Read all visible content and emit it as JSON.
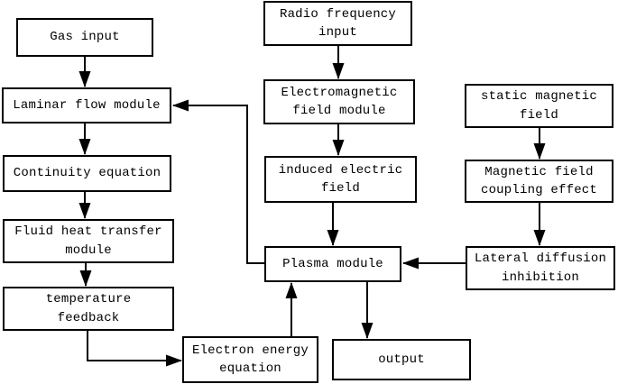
{
  "diagram": {
    "background_color": "#ffffff",
    "box_fill_color": "#ffffff",
    "box_border_color": "#000000",
    "line_color": "#000000",
    "text_color": "#000000",
    "nodes": [
      {
        "id": "gas-input",
        "label": "Gas input"
      },
      {
        "id": "laminar-flow-module",
        "label": "Laminar flow module"
      },
      {
        "id": "continuity-equation",
        "label": "Continuity equation"
      },
      {
        "id": "fluid-heat-transfer-module",
        "label": "Fluid heat transfer\nmodule"
      },
      {
        "id": "temperature-feedback",
        "label": "temperature\nfeedback"
      },
      {
        "id": "electron-energy-equation",
        "label": "Electron energy\nequation"
      },
      {
        "id": "radio-frequency-input",
        "label": "Radio frequency\ninput"
      },
      {
        "id": "electromagnetic-field-module",
        "label": "Electromagnetic\nfield module"
      },
      {
        "id": "induced-electric-field",
        "label": "induced electric\nfield"
      },
      {
        "id": "plasma-module",
        "label": "Plasma module"
      },
      {
        "id": "output",
        "label": "output"
      },
      {
        "id": "static-magnetic-field",
        "label": "static magnetic\nfield"
      },
      {
        "id": "magnetic-field-coupling-effect",
        "label": "Magnetic field\ncoupling effect"
      },
      {
        "id": "lateral-diffusion-inhibition",
        "label": "Lateral diffusion\ninhibition"
      }
    ],
    "edges": [
      {
        "from": "gas-input",
        "to": "laminar-flow-module"
      },
      {
        "from": "laminar-flow-module",
        "to": "continuity-equation"
      },
      {
        "from": "continuity-equation",
        "to": "fluid-heat-transfer-module"
      },
      {
        "from": "fluid-heat-transfer-module",
        "to": "temperature-feedback"
      },
      {
        "from": "temperature-feedback",
        "to": "electron-energy-equation"
      },
      {
        "from": "electron-energy-equation",
        "to": "plasma-module"
      },
      {
        "from": "radio-frequency-input",
        "to": "electromagnetic-field-module"
      },
      {
        "from": "electromagnetic-field-module",
        "to": "induced-electric-field"
      },
      {
        "from": "induced-electric-field",
        "to": "plasma-module"
      },
      {
        "from": "plasma-module",
        "to": "output"
      },
      {
        "from": "static-magnetic-field",
        "to": "magnetic-field-coupling-effect"
      },
      {
        "from": "magnetic-field-coupling-effect",
        "to": "lateral-diffusion-inhibition"
      },
      {
        "from": "lateral-diffusion-inhibition",
        "to": "plasma-module"
      },
      {
        "from": "plasma-module",
        "to": "laminar-flow-module"
      }
    ]
  }
}
